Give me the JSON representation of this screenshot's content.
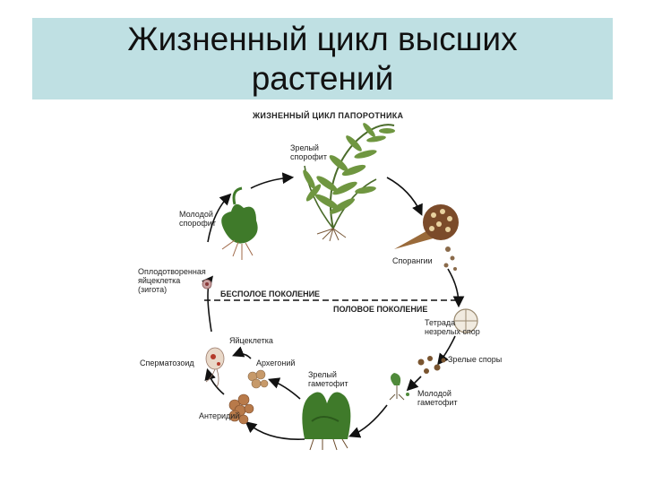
{
  "slide": {
    "title_line1": "Жизненный цикл высших",
    "title_line2": "растений"
  },
  "diagram": {
    "caption": "ЖИЗНЕННЫЙ ЦИКЛ ПАПОРОТНИКА",
    "asexual_generation": "БЕСПОЛОЕ ПОКОЛЕНИЕ",
    "sexual_generation": "ПОЛОВОЕ ПОКОЛЕНИЕ",
    "labels": {
      "mature_sporophyte_1": "Зрелый",
      "mature_sporophyte_2": "спорофит",
      "sporangia": "Спорангии",
      "tetrad_1": "Тетрада",
      "tetrad_2": "незрелых спор",
      "mature_spores": "Зрелые споры",
      "young_gametophyte_1": "Молодой",
      "young_gametophyte_2": "гаметофит",
      "mature_gametophyte_1": "Зрелый",
      "mature_gametophyte_2": "гаметофит",
      "antheridium": "Антеридий",
      "archegonium": "Архегоний",
      "egg_cell": "Яйцеклетка",
      "spermatozoid": "Сперматозоид",
      "zygote_1": "Оплодотворенная",
      "zygote_2": "яйцеклетка",
      "zygote_3": "(зигота)",
      "young_sporophyte_1": "Молодой",
      "young_sporophyte_2": "спорофит"
    }
  }
}
